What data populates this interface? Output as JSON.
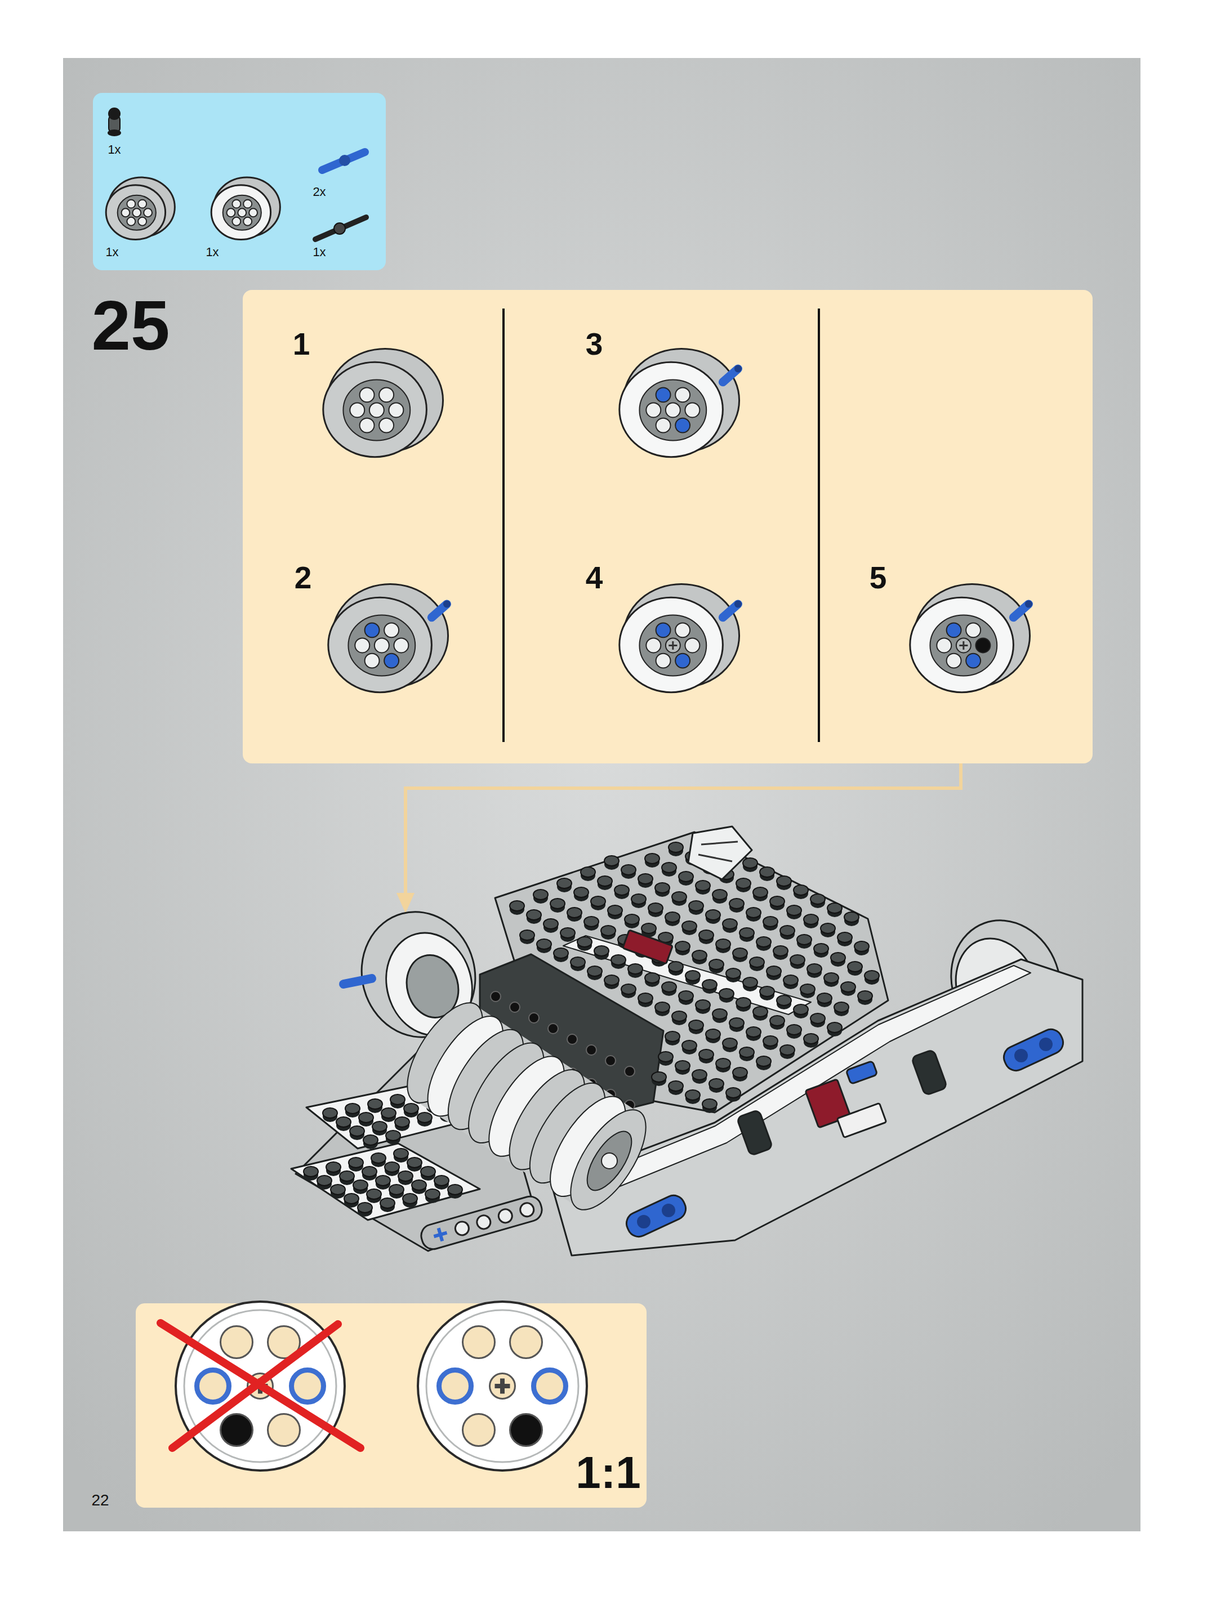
{
  "diagram": {
    "nodes": [
      {
        "text": [
          "1x",
          "2x",
          "1x",
          "1x",
          "1x"
        ]
      },
      {
        "text": [
          "1",
          "2",
          "3",
          "4",
          "5"
        ]
      },
      {
        "text": [
          "1:1"
        ]
      }
    ],
    "labels": [
      "25",
      "22"
    ]
  }
}
